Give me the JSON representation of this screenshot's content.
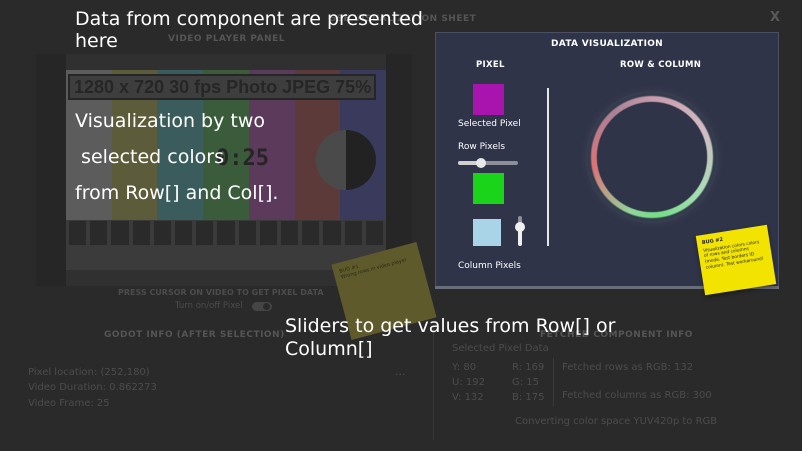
{
  "background_app": {
    "close_label": "X",
    "header_label": "SSE VISUALIZATION SHEET",
    "player_panel_title": "VIDEO PLAYER PANEL",
    "resolution_banner": "1280 x 720 30 fps Photo JPEG 75%",
    "timecode": "0:25",
    "press_cursor_text": "PRESS CURSOR ON VIDEO TO GET PIXEL DATA",
    "toggle_label": "Turn on/off Pixel",
    "godot_info_title": "GODOT INFO (AFTER SELECTION)",
    "pixel_location": "Pixel location: (252,180)",
    "video_duration": "Video Duration: 0.862273",
    "video_frame": "Video Frame: 25",
    "component_info_title": "FETCHED COMPONENT INFO",
    "selected_pixel_data": "Selected Pixel Data",
    "y_values": [
      "Y: 80",
      "U: 192",
      "V: 132"
    ],
    "rgb_values": [
      "R: 169",
      "G: 15",
      "B: 175"
    ],
    "fetched_rows": "Fetched rows as RGB: 132",
    "fetched_columns": "Fetched columns as RGB: 300",
    "convert_text": "Converting color space YUV420p to RGB",
    "dots": "···",
    "colorbar_colors": [
      "#5c5c5c",
      "#5c5c3a",
      "#3a5c5c",
      "#3a5c3a",
      "#5c3a5c",
      "#5c3a3a",
      "#3a3a5c"
    ]
  },
  "sticky_note_dim": {
    "title": "BUG #1",
    "body": "Wrong rows in video player"
  },
  "sticky_note_bright": {
    "title": "BUG #2",
    "body": "Visualization colors colors of rows and columns (mode. Test borders ID column). Test workaround!"
  },
  "data_visualization": {
    "title": "DATA VISUALIZATION",
    "pixel_header": "PIXEL",
    "row_column_header": "ROW & COLUMN",
    "selected_pixel_label": "Selected Pixel",
    "row_pixels_label": "Row Pixels",
    "column_pixels_label": "Column Pixels",
    "selected_pixel_color": "#a914af",
    "row_pixel_color": "#1ad41a",
    "column_pixel_color": "#a9d4e8",
    "row_slider_fraction": 0.38,
    "column_slider_fraction": 0.65
  },
  "annotations": {
    "top_line1": "Data from component are presented",
    "top_line2": "here",
    "mid_line1": "Visualization by two",
    "mid_line2": " selected colors",
    "mid_line3": "from Row[] and Col[].",
    "bottom_line1": "Sliders to get values from Row[] or",
    "bottom_line2": "Column[]"
  }
}
